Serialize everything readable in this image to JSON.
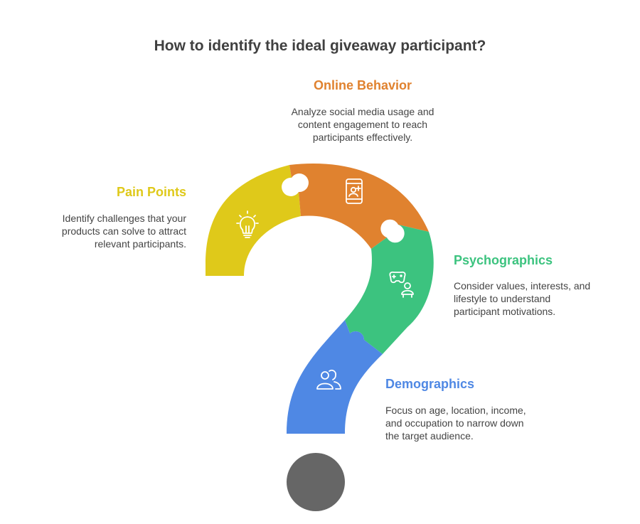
{
  "title": "How to identify the ideal giveaway participant?",
  "segments": [
    {
      "id": "online-behavior",
      "heading": "Online Behavior",
      "lines": [
        "Analyze social media usage and",
        "content engagement to reach",
        "participants effectively."
      ],
      "color": "#E0822F",
      "icon": "smartphone-user-icon"
    },
    {
      "id": "pain-points",
      "heading": "Pain Points",
      "lines": [
        "Identify challenges that your",
        "products can solve to attract",
        "relevant participants."
      ],
      "color": "#DFC91A",
      "icon": "lightbulb-icon"
    },
    {
      "id": "psychographics",
      "heading": "Psychographics",
      "lines": [
        "Consider values, interests, and",
        "lifestyle to understand",
        "participant motivations."
      ],
      "color": "#3CC37F",
      "icon": "gamepad-person-icon"
    },
    {
      "id": "demographics",
      "heading": "Demographics",
      "lines": [
        "Focus on age, location, income,",
        "and occupation to narrow down",
        "the target audience."
      ],
      "color": "#4F88E4",
      "icon": "users-icon"
    }
  ],
  "dot_color": "#666666"
}
